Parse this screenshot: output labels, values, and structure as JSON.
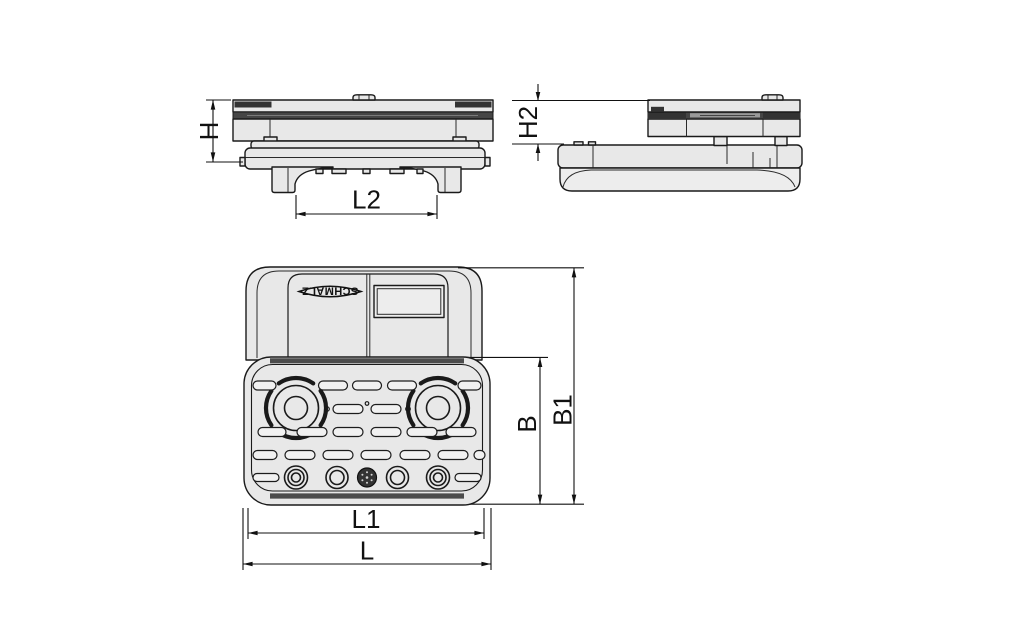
{
  "drawing_labels": {
    "H": "H",
    "H2": "H2",
    "L2": "L2",
    "B": "B",
    "B1": "B1",
    "L1": "L1",
    "L": "L"
  },
  "logo": {
    "text": "SCHMALZ"
  },
  "colors": {
    "background": "#ffffff",
    "line": "#1a1a1a",
    "body_fill": "#e8e8e8",
    "dark_band": "#454545",
    "slot_fill": "#f1f1f1",
    "knurled_knob": "#333333"
  }
}
